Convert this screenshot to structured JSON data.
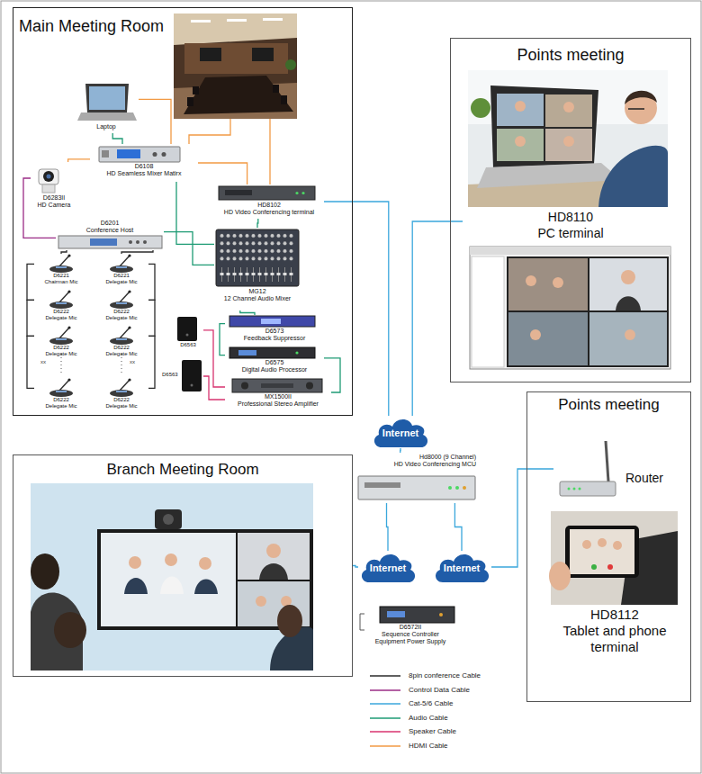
{
  "diagram": {
    "nodes": [
      {
        "text": [
          "Main Meeting Room"
        ]
      },
      {
        "text": [
          "Laptop"
        ],
        "in": 0
      },
      {
        "text": [
          "D6108",
          "HD Seamless Mixer Matirx"
        ],
        "in": 0
      },
      {
        "text": [
          "D6283II",
          "HD Camera"
        ],
        "in": 0
      },
      {
        "text": [
          "HD8102",
          "HD Video Conferencing terminal"
        ],
        "in": 0
      },
      {
        "text": [
          "D6201",
          "Conference Host"
        ],
        "in": 0
      },
      {
        "text": [
          "MG12",
          "12 Channel Audio Mixer"
        ],
        "in": 0
      },
      {
        "text": [
          "D6221",
          "Chairman Mic"
        ],
        "in": 0
      },
      {
        "text": [
          "D6221",
          "Delegate Mic"
        ],
        "in": 0
      },
      {
        "text": [
          "D6222",
          "Delegate Mic"
        ],
        "in": 0
      },
      {
        "text": [
          "D6222",
          "Delegate Mic"
        ],
        "in": 0
      },
      {
        "text": [
          "D6222",
          "Delegate Mic"
        ],
        "in": 0
      },
      {
        "text": [
          "D6222",
          "Delegate Mic"
        ],
        "in": 0
      },
      {
        "text": [
          "D6222",
          "Delegate Mic"
        ],
        "in": 0
      },
      {
        "text": [
          "D6222",
          "Delegate Mic"
        ],
        "in": 0
      },
      {
        "text": [
          "D6573",
          "Feedback Suppressor"
        ],
        "in": 0
      },
      {
        "text": [
          "D6575",
          "Digital Audio Processor"
        ],
        "in": 0
      },
      {
        "text": [
          "D6563"
        ],
        "in": 0
      },
      {
        "text": [
          "D6563"
        ],
        "in": 0
      },
      {
        "text": [
          "MX1500II",
          "Professional Stereo Amplifier"
        ],
        "in": 0
      },
      {
        "text": [
          "Points meeting"
        ]
      },
      {
        "text": [
          "HD8110",
          "PC terminal"
        ],
        "in": 20
      },
      {
        "text": [
          "Internet"
        ]
      },
      {
        "text": [
          "Hd8000 (9 Channel)",
          "HD Video Conferencing MCU"
        ]
      },
      {
        "text": [
          "Branch Meeting Room"
        ]
      },
      {
        "text": [
          "Internet"
        ]
      },
      {
        "text": [
          "Internet"
        ]
      },
      {
        "text": [
          "Points meeting"
        ]
      },
      {
        "text": [
          "Router"
        ],
        "in": 27
      },
      {
        "text": [
          "HD8112",
          "Tablet and phone terminal"
        ],
        "in": 27
      },
      {
        "text": [
          "D6572II",
          "Sequence Controller",
          "Equipment Power Supply"
        ]
      }
    ],
    "edges": [
      {
        "from": 1,
        "to": 2,
        "arrow": "none"
      },
      {
        "from": 1,
        "to": 2,
        "arrow": "none"
      },
      {
        "from": 3,
        "to": 2,
        "arrow": "none"
      },
      {
        "from": 3,
        "to": 5,
        "arrow": "none"
      },
      {
        "from": 2,
        "to": 4,
        "arrow": "none"
      },
      {
        "from": 2,
        "to": 6,
        "arrow": "none"
      },
      {
        "from": 5,
        "to": 6,
        "arrow": "none"
      },
      {
        "from": 4,
        "to": 6,
        "arrow": "none"
      },
      {
        "from": 5,
        "to": 7,
        "arrow": "none"
      },
      {
        "from": 5,
        "to": 8,
        "arrow": "none"
      },
      {
        "from": 7,
        "to": 9,
        "arrow": "none"
      },
      {
        "from": 9,
        "to": 11,
        "arrow": "none"
      },
      {
        "from": 11,
        "to": 13,
        "arrow": "none"
      },
      {
        "from": 8,
        "to": 10,
        "arrow": "none"
      },
      {
        "from": 10,
        "to": 12,
        "arrow": "none"
      },
      {
        "from": 12,
        "to": 14,
        "arrow": "none"
      },
      {
        "from": 6,
        "to": 15,
        "arrow": "none"
      },
      {
        "from": 15,
        "to": 16,
        "arrow": "none"
      },
      {
        "from": 16,
        "to": 19,
        "arrow": "none"
      },
      {
        "from": 19,
        "to": 17,
        "arrow": "none"
      },
      {
        "from": 19,
        "to": 18,
        "arrow": "none"
      },
      {
        "from": 22,
        "to": 4,
        "arrow": "none"
      },
      {
        "from": 22,
        "to": 21,
        "arrow": "none"
      },
      {
        "from": 22,
        "to": 23,
        "arrow": "none"
      },
      {
        "from": 23,
        "to": 25,
        "arrow": "none"
      },
      {
        "from": 23,
        "to": 26,
        "arrow": "none"
      },
      {
        "from": 25,
        "to": 24,
        "arrow": "none"
      },
      {
        "from": 26,
        "to": 28,
        "arrow": "none"
      }
    ],
    "labels": [
      "xx",
      "xx"
    ],
    "legend": [
      {
        "text": "8pin conference Cable"
      },
      {
        "text": "Control Data Cable"
      },
      {
        "text": "Cat-5/6 Cable"
      },
      {
        "text": "Audio Cable"
      },
      {
        "text": "Speaker Cable"
      },
      {
        "text": "HDMI Cable"
      }
    ]
  }
}
